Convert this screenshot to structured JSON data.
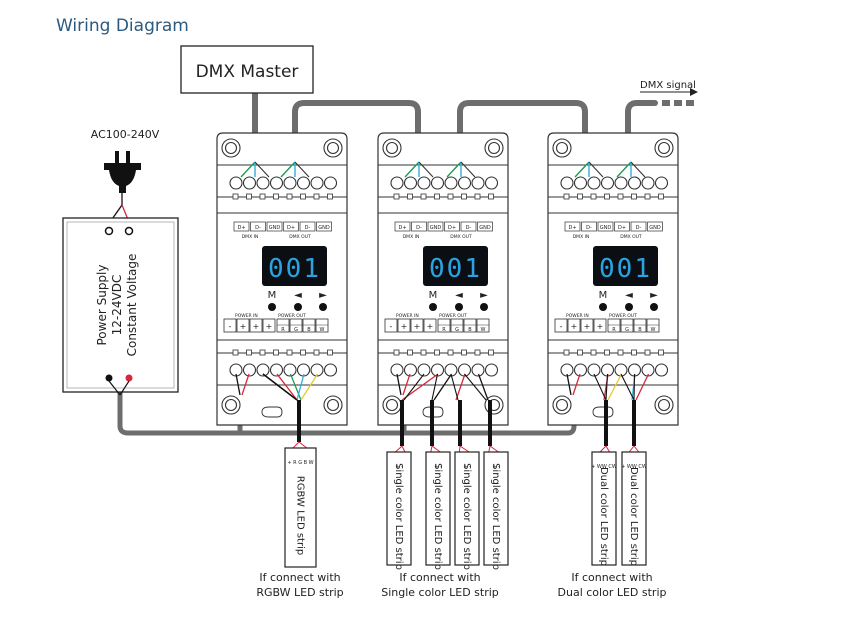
{
  "title": "Wiring Diagram",
  "dmx_master": "DMX Master",
  "dmx_signal": "DMX signal",
  "ac_input": "AC100-240V",
  "power_supply": {
    "line1": "Power Supply",
    "line2": "12-24VDC",
    "line3": "Constant Voltage"
  },
  "device": {
    "display": "001",
    "dmx_terminals": [
      "D+",
      "D-",
      "GND",
      "D+",
      "D-",
      "GND"
    ],
    "dmx_in": "DMX IN",
    "dmx_out": "DMX OUT",
    "buttons": [
      "M",
      "◄",
      "►"
    ],
    "power_in": "POWER IN",
    "power_out": "POWER OUT",
    "power_terminals": [
      "-",
      "+",
      "+",
      "+"
    ],
    "channel_terminals": [
      "R",
      "G",
      "B",
      "W"
    ]
  },
  "strips": {
    "rgbw": {
      "label": "RGBW LED strip",
      "pins": "+ R G B W"
    },
    "single": {
      "label": "Single color LED strip",
      "pins": "+ -"
    },
    "dual": {
      "label": "Dual color LED strip",
      "pins": "+ WW CW"
    }
  },
  "captions": [
    {
      "line1": "If connect with",
      "line2": "RGBW LED strip"
    },
    {
      "line1": "If connect with",
      "line2": "Single color LED strip"
    },
    {
      "line1": "If connect with",
      "line2": "Dual color LED strip"
    }
  ],
  "colors": {
    "title": "#2b5a7e",
    "cable": "#6d6d6d",
    "display_bg": "#0b0f14",
    "display_digits": "#2aa3e0",
    "wire_red": "#d8263a",
    "wire_green": "#1f9a5a",
    "wire_blue": "#2fb0d9",
    "wire_yellow": "#e8c930"
  }
}
